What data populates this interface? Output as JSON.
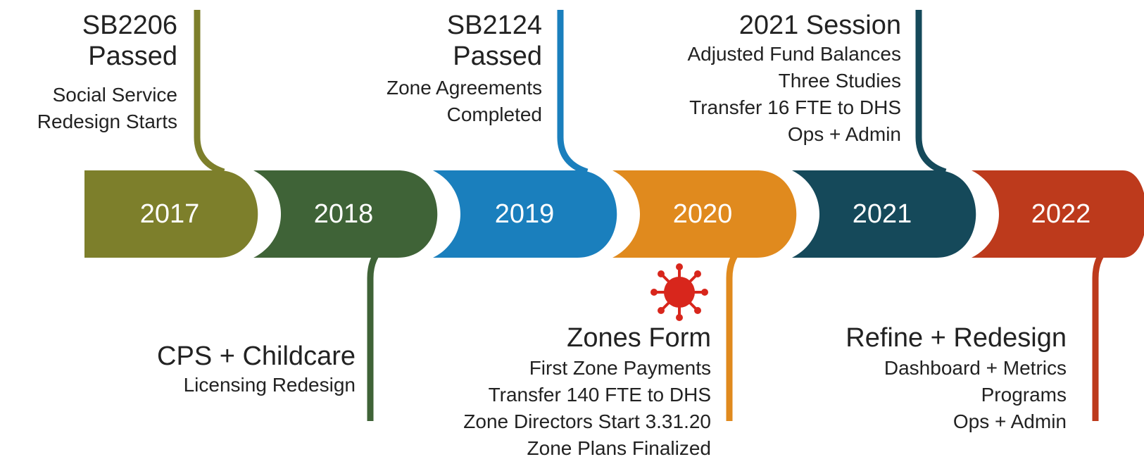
{
  "colors": {
    "2017": "#7d7f2b",
    "2018": "#3f6337",
    "2019": "#1a7fbd",
    "2020": "#e08a1e",
    "2021": "#15495a",
    "2022": "#bd3a1c",
    "virus": "#d8261c"
  },
  "years": [
    "2017",
    "2018",
    "2019",
    "2020",
    "2021",
    "2022"
  ],
  "milestones": {
    "m2017": {
      "title_1": "SB2206",
      "title_2": "Passed",
      "line_1": "Social Service",
      "line_2": "Redesign Starts"
    },
    "m2018": {
      "title_1": "CPS + Childcare",
      "line_1": "Licensing Redesign"
    },
    "m2019": {
      "title_1": "SB2124",
      "title_2": "Passed",
      "line_1": "Zone Agreements",
      "line_2": "Completed"
    },
    "m2020": {
      "title_1": "Zones Form",
      "line_1": "First Zone Payments",
      "line_2": "Transfer 140 FTE to DHS",
      "line_3": "Zone Directors Start 3.31.20",
      "line_4": "Zone Plans Finalized",
      "icon": "virus-icon"
    },
    "m2021": {
      "title_1": "2021 Session",
      "line_1": "Adjusted Fund Balances",
      "line_2": "Three Studies",
      "line_3": "Transfer 16 FTE to DHS",
      "line_4": "Ops + Admin"
    },
    "m2022": {
      "title_1": "Refine + Redesign",
      "line_1": "Dashboard + Metrics",
      "line_2": "Programs",
      "line_3": "Ops + Admin"
    }
  }
}
